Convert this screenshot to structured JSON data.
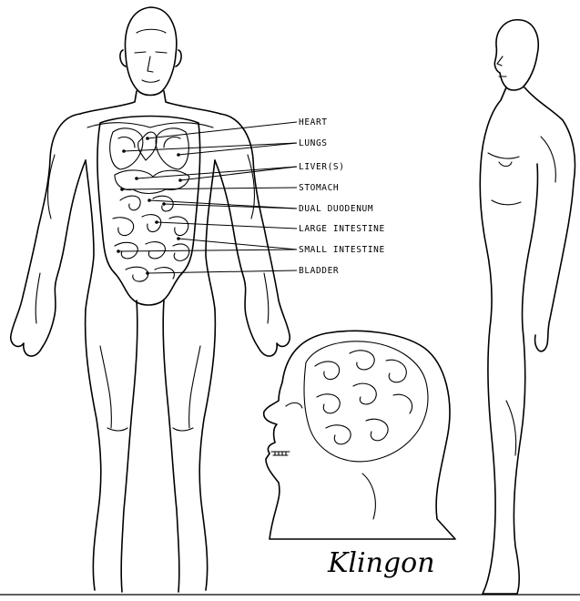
{
  "labels": [
    {
      "id": "heart",
      "text": "HEART"
    },
    {
      "id": "lungs",
      "text": "LUNGS"
    },
    {
      "id": "livers",
      "text": "LIVER(S)"
    },
    {
      "id": "stomach",
      "text": "STOMACH"
    },
    {
      "id": "dual_duodenum",
      "text": "DUAL DUODENUM"
    },
    {
      "id": "large_intestine",
      "text": "LARGE INTESTINE"
    },
    {
      "id": "small_intestine",
      "text": "SMALL INTESTINE"
    },
    {
      "id": "bladder",
      "text": "BLADDER"
    }
  ],
  "head_caption": "Klingon"
}
